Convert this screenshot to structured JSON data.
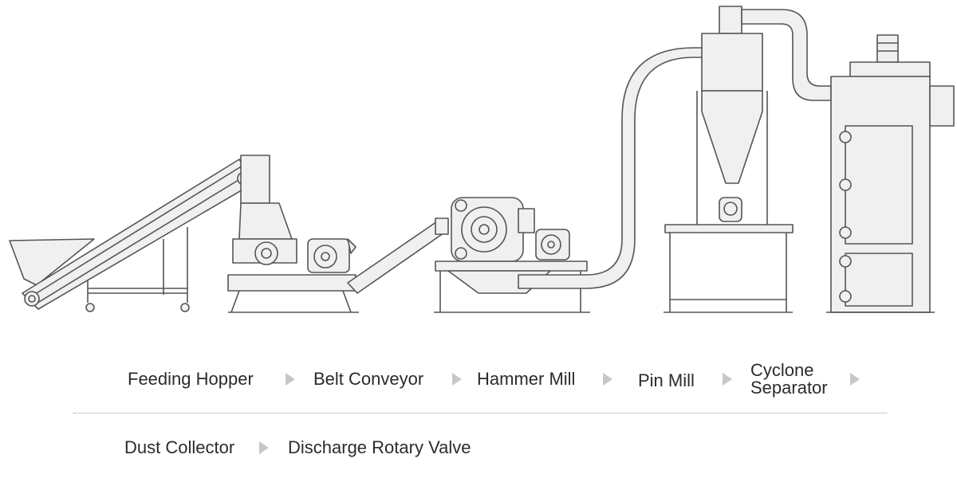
{
  "process_flow": {
    "steps_row1": [
      "Feeding Hopper",
      "Belt Conveyor",
      "Hammer Mill",
      "Pin Mill",
      "Cyclone Separator"
    ],
    "steps_row2": [
      "Dust Collector",
      "Discharge Rotary Valve"
    ]
  },
  "colors": {
    "machine_fill": "#f0f0f0",
    "machine_stroke": "#555555",
    "text": "#2b2b2b",
    "arrow": "#c7c7c7",
    "divider": "#9a9a9a"
  }
}
